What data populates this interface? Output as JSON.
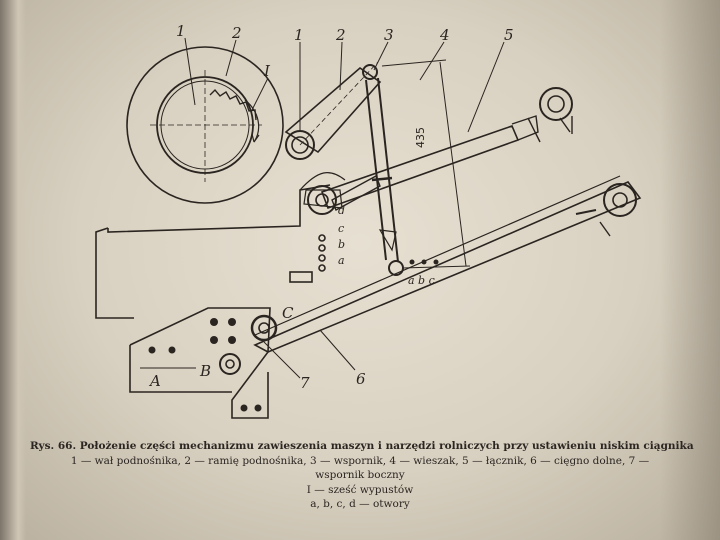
{
  "figure": {
    "labels": {
      "l1a": "1",
      "l2a": "2",
      "lIa": "I",
      "l1b": "1",
      "l2b": "2",
      "l3": "3",
      "l4": "4",
      "l5": "5",
      "l6": "6",
      "l7": "7",
      "la": "a",
      "lc": "c",
      "lb": "b",
      "lcc": "C",
      "lA": "A",
      "lB": "B",
      "col_d": "d",
      "col_c": "c",
      "col_b": "b",
      "col_a": "a",
      "row_abc": "a b c",
      "dim_435": "435"
    }
  },
  "caption": {
    "title": "Rys. 66. Położenie części mechanizmu zawieszenia maszyn i narzędzi rolniczych przy ustawieniu niskim ciągnika",
    "line2": "1 — wał podnośnika, 2 — ramię podnośnika, 3 — wspornik, 4 — wieszak, 5 — łącznik, 6 — cięgno dolne, 7 —",
    "line3": "wspornik boczny",
    "line4": "I — sześć wypustów",
    "line5": "a, b, c, d — otwory"
  },
  "colors": {
    "ink": "#2a2520",
    "paper": "#ddd5c6"
  }
}
